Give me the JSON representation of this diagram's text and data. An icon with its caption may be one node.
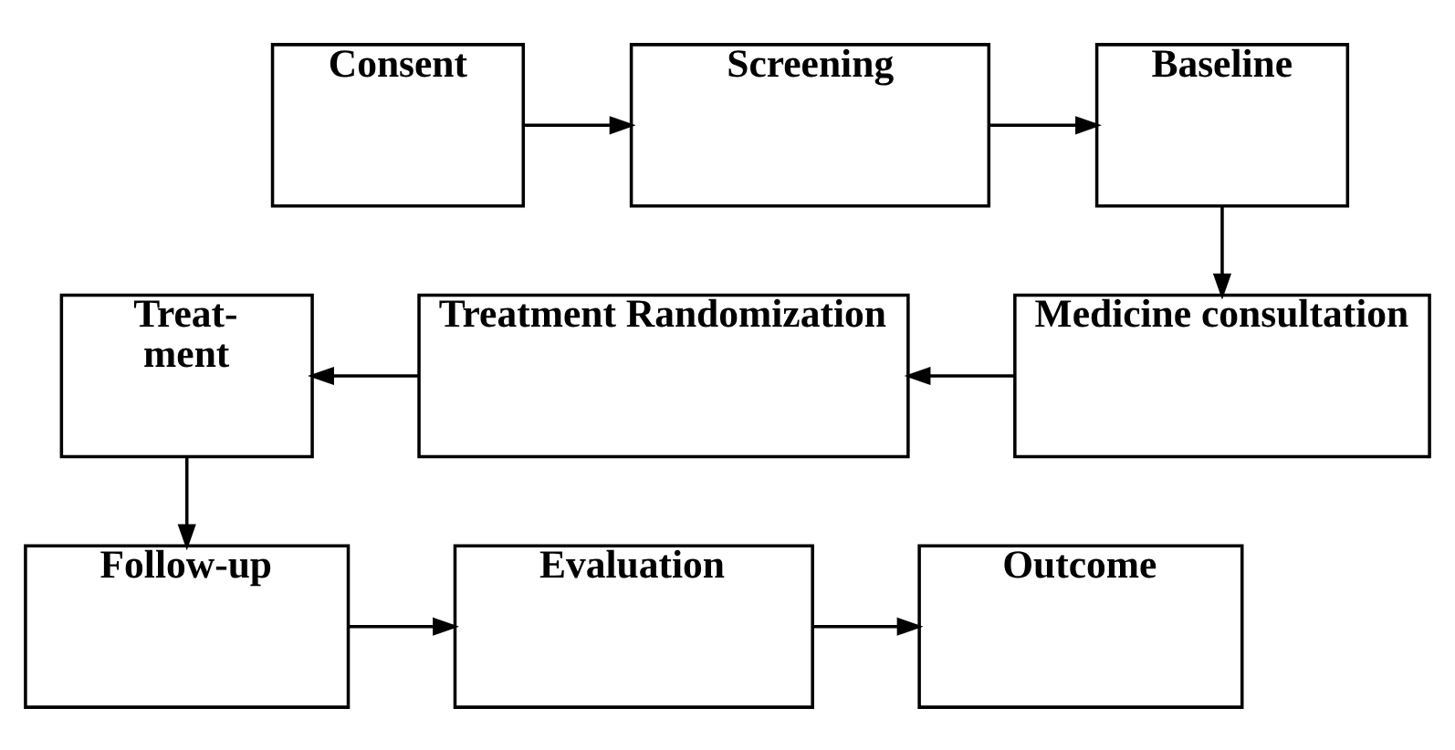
{
  "diagram": {
    "nodes": [
      {
        "text": [
          "Consent"
        ]
      },
      {
        "text": [
          "Screening"
        ]
      },
      {
        "text": [
          "Baseline"
        ]
      },
      {
        "text": [
          "Medicine consultation"
        ]
      },
      {
        "text": [
          "Treatment Randomization"
        ]
      },
      {
        "text": [
          "Treat- ment"
        ]
      },
      {
        "text": [
          "Follow-up"
        ]
      },
      {
        "text": [
          "Evaluation"
        ]
      },
      {
        "text": [
          "Outcome"
        ]
      }
    ],
    "edges": [
      {
        "from": 0,
        "to": 1,
        "arrow": "to"
      },
      {
        "from": 1,
        "to": 2,
        "arrow": "to"
      },
      {
        "from": 2,
        "to": 3,
        "arrow": "to"
      },
      {
        "from": 3,
        "to": 4,
        "arrow": "to"
      },
      {
        "from": 4,
        "to": 5,
        "arrow": "to"
      },
      {
        "from": 5,
        "to": 6,
        "arrow": "to"
      },
      {
        "from": 6,
        "to": 7,
        "arrow": "to"
      },
      {
        "from": 7,
        "to": 8,
        "arrow": "to"
      }
    ]
  }
}
